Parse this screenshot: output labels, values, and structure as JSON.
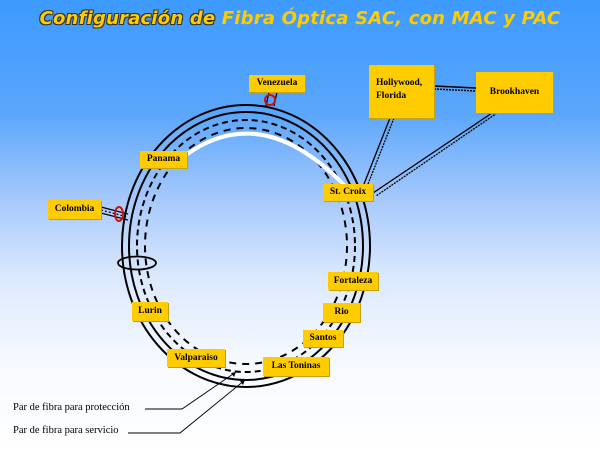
{
  "title": {
    "part1": "Configuración de",
    "part2": "Fibra Óptica SAC, con MAC y PAC"
  },
  "colors": {
    "node_fill": "#ffcc00",
    "title_color": "#ffcc00",
    "marker_red": "#cc1111",
    "background_top": "#3d9aff",
    "background_bottom": "#ffffff"
  },
  "nodes": {
    "venezuela": "Venezuela",
    "hollywood": "Hollywood, Florida",
    "hollywood_line1": "Hollywood,",
    "hollywood_line2": "Florida",
    "brookhaven": "Brookhaven",
    "panama": "Panama",
    "st_croix": "St. Croix",
    "colombia": "Colombia",
    "fortaleza": "Fortaleza",
    "lurin": "Lurin",
    "rio": "Rio",
    "santos": "Santos",
    "valparaiso": "Valparaiso",
    "las_toninas": "Las Toninas"
  },
  "legend": {
    "protection": "Par de fibra para protección",
    "service": "Par de fibra para servicio"
  }
}
